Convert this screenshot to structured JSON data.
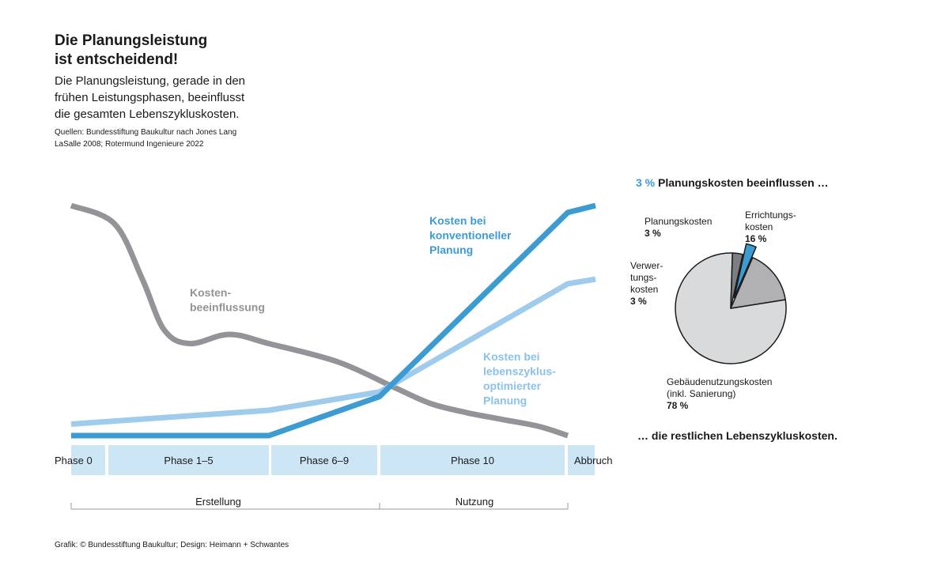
{
  "header": {
    "title_line1": "Die Planungsleistung",
    "title_line2": "ist entscheidend!",
    "subtitle_line1": "Die Planungsleistung, gerade in den",
    "subtitle_line2": "frühen Leistungsphasen, beeinflusst",
    "subtitle_line3": "die gesamten Lebenszykluskosten.",
    "sources_line1": "Quellen: Bundesstiftung Baukultur nach Jones Lang",
    "sources_line2": "LaSalle 2008; Rotermund Ingenieure 2022"
  },
  "footer": {
    "credit": "Grafik: © Bundesstiftung Baukultur; Design: Heimann + Schwantes"
  },
  "colors": {
    "grey_line": "#939398",
    "dark_blue": "#3d9bd4",
    "light_blue": "#9fcbec",
    "phase_fill": "#cde6f6",
    "pie_main": "#d9dadc",
    "pie_mid": "#b1b1b4",
    "pie_dark": "#7d7e81"
  },
  "chart_data": [
    {
      "type": "line",
      "x_categories": [
        "Phase 0",
        "Phase 1–5",
        "Phase 6–9",
        "Phase 10",
        "Abbruch"
      ],
      "series": [
        {
          "name": "Kosten-beeinflussung",
          "label_lines": [
            "Kosten-",
            "beeinflussung"
          ],
          "color_key": "grey_line",
          "points": [
            [
              0,
              100
            ],
            [
              0.22,
              92
            ],
            [
              0.36,
              68
            ],
            [
              0.47,
              46
            ],
            [
              0.6,
              40
            ],
            [
              0.8,
              44
            ],
            [
              1.0,
              40
            ],
            [
              1.25,
              32
            ],
            [
              1.5,
              21
            ],
            [
              1.75,
              14
            ],
            [
              2.0,
              10
            ],
            [
              2.25,
              7
            ],
            [
              2.5,
              4
            ],
            [
              2.7,
              0
            ]
          ]
        },
        {
          "name": "Kosten bei konventioneller Planung",
          "label_lines": [
            "Kosten bei",
            "konventioneller",
            "Planung"
          ],
          "color_key": "dark_blue",
          "points": [
            [
              0,
              0
            ],
            [
              1.0,
              0
            ],
            [
              1.4,
              17
            ],
            [
              2.7,
              97
            ],
            [
              2.88,
              100
            ]
          ]
        },
        {
          "name": "Kosten bei lebenszyklus-optimierter Planung",
          "label_lines": [
            "Kosten bei",
            "lebenszyklus-",
            "optimierter",
            "Planung"
          ],
          "color_key": "light_blue",
          "points": [
            [
              0,
              5
            ],
            [
              1.0,
              11
            ],
            [
              1.4,
              19
            ],
            [
              2.7,
              66
            ],
            [
              2.88,
              68
            ]
          ]
        }
      ]
    },
    {
      "type": "pie",
      "title_pct": "3 %",
      "title_rest": " Planungskosten beeinflussen …",
      "footer": "… die restlichen Lebenszykluskosten.",
      "slices": [
        {
          "label_lines": [
            "Gebäudenutzungskosten",
            "(inkl. Sanierung)"
          ],
          "pct_label": "78 %",
          "value": 78,
          "color_key": "pie_main"
        },
        {
          "label_lines": [
            "Verwer-",
            "tungs-",
            "kosten"
          ],
          "pct_label": "3 %",
          "value": 3,
          "color_key": "pie_dark"
        },
        {
          "label_lines": [
            "Planungskosten"
          ],
          "pct_label": "3 %",
          "value": 3,
          "color_key": "dark_blue",
          "exploded": true
        },
        {
          "label_lines": [
            "Errichtungs-",
            "kosten"
          ],
          "pct_label": "16 %",
          "value": 16,
          "color_key": "pie_mid"
        }
      ]
    }
  ],
  "phases": [
    "Phase 0",
    "Phase 1–5",
    "Phase 6–9",
    "Phase 10",
    "Abbruch"
  ],
  "groups": [
    "Erstellung",
    "Nutzung"
  ]
}
